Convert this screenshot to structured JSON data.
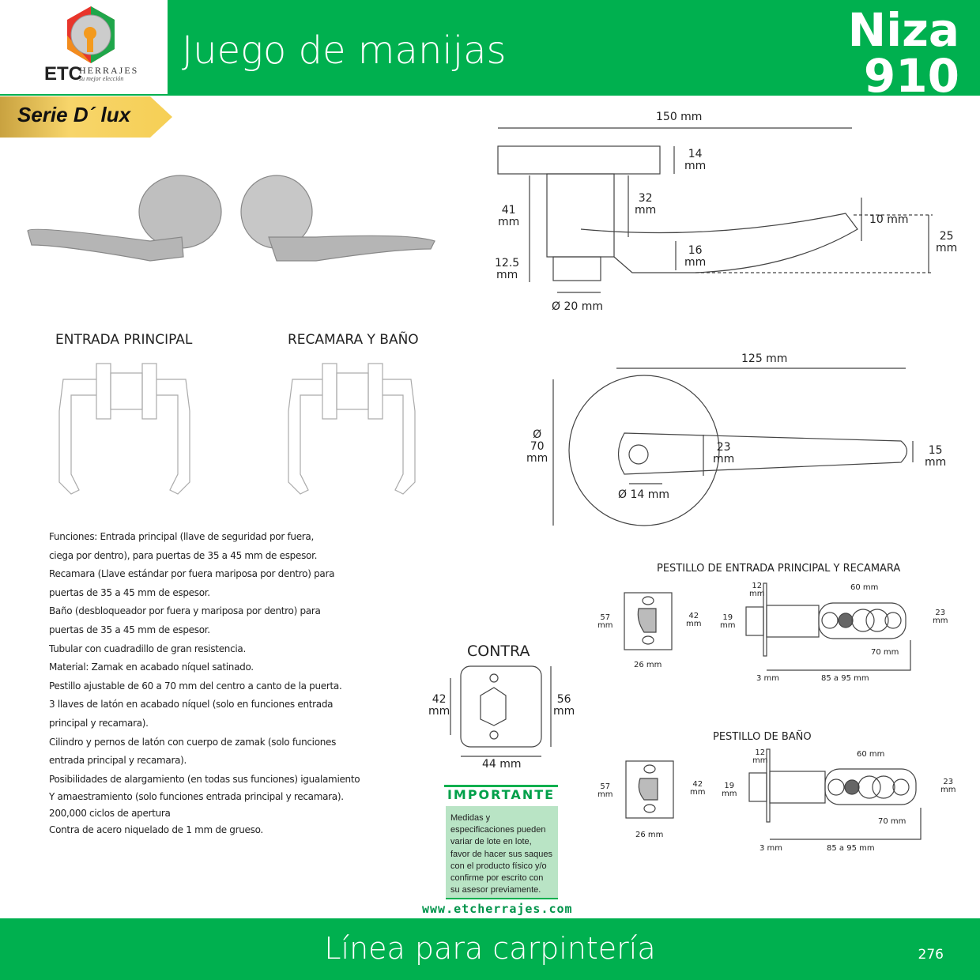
{
  "header": {
    "brand": "ETC",
    "brand_sub": "HERRAJES",
    "brand_tagline": "su mejor elección",
    "title": "Juego de manijas",
    "model_name": "Niza",
    "model_number": "910",
    "serie": "Serie D´ lux"
  },
  "colors": {
    "brand_green": "#00b04f",
    "gold": "#f6cf55",
    "note_bg": "#b9e4c5"
  },
  "variants": [
    "ENTRADA PRINCIPAL",
    "RECAMARA Y BAÑO"
  ],
  "side_view": {
    "width": "150 mm",
    "rose_thickness": "14 mm",
    "height_total": "41 mm",
    "neck": "32 mm",
    "lever_tip": "10 mm",
    "lever_drop": "25 mm",
    "lever_thickness": "16 mm",
    "spindle": "12.5 mm",
    "spindle_diameter": "Ø 20 mm",
    "unit": "mm",
    "spindle_value": "12.5",
    "h41": "41",
    "n32": "32",
    "t14": "14",
    "t10": "10 mm",
    "d25": "25",
    "t16": "16"
  },
  "front_view": {
    "length": "125 mm",
    "rose_symbol": "Ø",
    "rose": "70",
    "lever_width": "23",
    "tip_width": "15",
    "cylinder": "Ø 14 mm"
  },
  "contra": {
    "title": "CONTRA",
    "height_inner": "42",
    "height_outer": "56",
    "width": "44 mm"
  },
  "latch_sections": [
    {
      "title": "PESTILLO DE ENTRADA PRINCIPAL Y RECAMARA",
      "face_h": "57",
      "hole_spacing": "42",
      "face_w": "26 mm",
      "bolt_len": "12",
      "bolt_h": "19",
      "backset_60": "60 mm",
      "backset_70": "70 mm",
      "case_h": "23",
      "plate": "3 mm",
      "length": "85 a 95 mm"
    },
    {
      "title": "PESTILLO DE BAÑO",
      "face_h": "57",
      "hole_spacing": "42",
      "face_w": "26 mm",
      "bolt_len": "12",
      "bolt_h": "19",
      "backset_60": "60 mm",
      "backset_70": "70 mm",
      "case_h": "23",
      "plate": "3 mm",
      "length": "85 a 95 mm"
    }
  ],
  "specs": [
    "Funciones: Entrada principal (llave de seguridad por fuera,",
    "ciega por dentro), para puertas de 35 a 45 mm de espesor.",
    "Recamara (Llave estándar por fuera mariposa por dentro) para",
    "puertas de 35 a 45 mm de espesor.",
    "Baño (desbloqueador por fuera y mariposa por dentro) para",
    "puertas de 35 a 45 mm de espesor.",
    "Tubular con cuadradillo de gran resistencia.",
    "Material: Zamak en acabado níquel satinado.",
    "Pestillo ajustable de 60 a 70 mm del centro a canto de la puerta.",
    "3 llaves de latón en acabado níquel (solo en funciones entrada",
    "principal y recamara).",
    "Cilindro y pernos de latón con cuerpo de zamak (solo funciones",
    "entrada principal y recamara).",
    "Posibilidades de alargamiento (en todas sus funciones) igualamiento",
    "Y amaestramiento (solo funciones entrada principal y recamara).",
    " 200,000 ciclos de apertura",
    "Contra de acero niquelado de 1 mm de grueso."
  ],
  "important": {
    "title": "IMPORTANTE",
    "text": "Medidas y especificaciones pueden variar de lote en lote, favor de hacer sus saques con el producto físico y/o confirme por escrito con su asesor previamente."
  },
  "website": "www.etcherrajes.com",
  "footer": {
    "title": "Línea para carpintería",
    "page": "276"
  }
}
